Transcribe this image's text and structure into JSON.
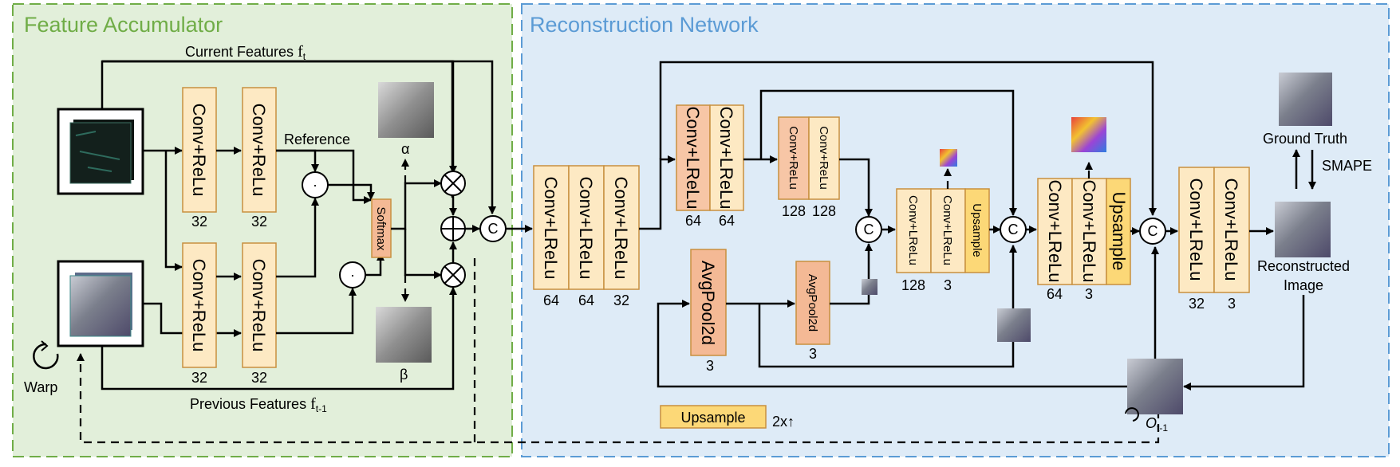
{
  "regions": {
    "left_title": "Feature Accumulator",
    "right_title": "Reconstruction  Network"
  },
  "labels": {
    "current_features": "Current Features",
    "current_sym": "f",
    "current_sub": "t",
    "previous_features": "Previous Features",
    "previous_sym": "f",
    "previous_sub": "t-1",
    "reference": "Reference",
    "warp": "Warp",
    "alpha": "α",
    "beta": "β",
    "ground_truth": "Ground Truth",
    "smape": "SMAPE",
    "reconstructed_1": "Reconstructed",
    "reconstructed_2": "Image",
    "o_sym": "O",
    "o_sub": "t-1",
    "legend_upsample": "Upsample",
    "legend_scale": "2x↑",
    "concat": "C",
    "mult": "·"
  },
  "blocks": {
    "conv_relu": "Conv+ReLu",
    "conv_lrelu": "Conv+LReLu",
    "softmax": "Softmax",
    "avgpool": "AvgPool2d",
    "upsample": "Upsample"
  },
  "channels": {
    "fa_top_1": "32",
    "fa_top_2": "32",
    "fa_bot_1": "32",
    "fa_bot_2": "32",
    "enc_1": "64",
    "enc_2": "64",
    "enc_3": "32",
    "mid_1": "64",
    "mid_2": "64",
    "deep_1": "128",
    "deep_2": "128",
    "dec1_1": "128",
    "dec1_2": "3",
    "dec2_1": "64",
    "dec2_2": "3",
    "out_1": "32",
    "out_2": "3",
    "pool_big": "3",
    "pool_small": "3"
  },
  "colors": {
    "left_bg": "#e2efda",
    "left_border": "#70ad47",
    "right_bg": "#deebf7",
    "right_border": "#5b9bd5",
    "left_title": "#70ad47",
    "right_title": "#5b9bd5",
    "conv_fill": "#fde9c3",
    "lconv_fill": "#f7c6a6",
    "upsample_fill": "#fcd877"
  }
}
